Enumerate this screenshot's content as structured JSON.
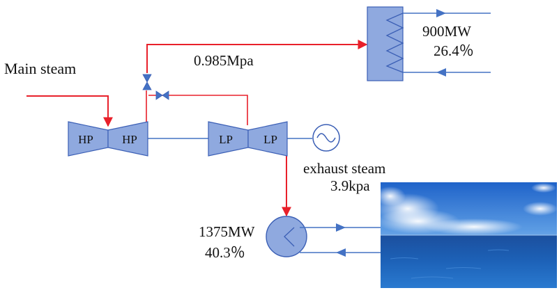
{
  "labels": {
    "main_steam": "Main steam",
    "pressure": "0.985Mpa",
    "heater_power": "900MW",
    "heater_percent": "26.4％",
    "exhaust_steam": "exhaust steam",
    "exhaust_pressure": "3.9kpa",
    "condenser_power": "1375MW",
    "condenser_percent": "40.3％"
  },
  "turbines": {
    "hp1": "HP",
    "hp2": "HP",
    "lp1": "LP",
    "lp2": "LP"
  },
  "colors": {
    "steam_line": "#e8202a",
    "equipment_fill": "#8fa9df",
    "equipment_stroke": "#3b5fb5",
    "shaft_line": "#4472c4",
    "water_line": "#4472c4"
  },
  "icons": {
    "generator": "generator-icon",
    "valve": "valve-icon",
    "heat_exchanger": "heat-exchanger-icon",
    "condenser": "condenser-icon",
    "sea": "sea-photo"
  }
}
